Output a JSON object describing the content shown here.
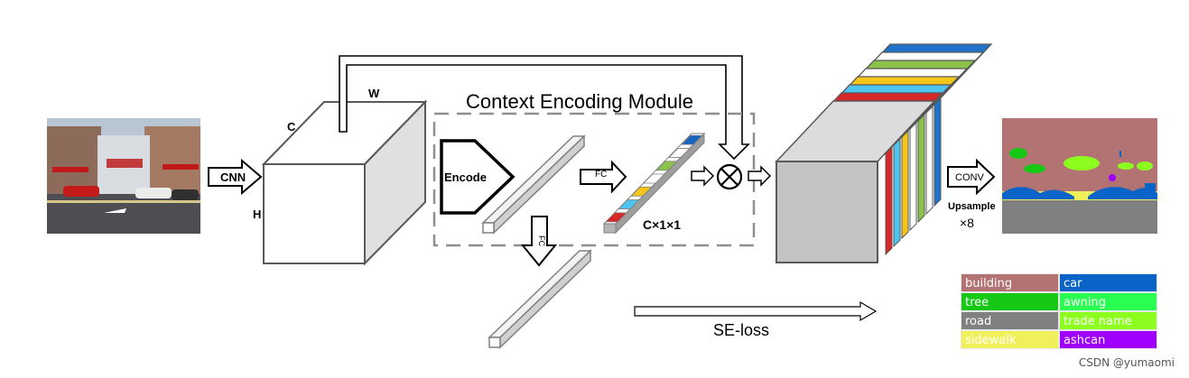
{
  "labels": {
    "cnn": "CNN",
    "dim_c": "C",
    "dim_w": "W",
    "dim_h": "H",
    "module_title": "Context Encoding Module",
    "encode": "Encode",
    "fc_top": "FC",
    "fc_down": "FC",
    "vector_size": "C×1×1",
    "conv": "CONV",
    "upsample": "Upsample",
    "upsample_factor": "×8",
    "se_loss": "SE-loss"
  },
  "legend": [
    {
      "label": "building",
      "color": "#b47373"
    },
    {
      "label": "car",
      "color": "#0a64c8"
    },
    {
      "label": "tree",
      "color": "#14c814"
    },
    {
      "label": "awning",
      "color": "#28ff50"
    },
    {
      "label": "road",
      "color": "#808080"
    },
    {
      "label": "trade name",
      "color": "#8cff1e"
    },
    {
      "label": "sidewalk",
      "color": "#f0f05a"
    },
    {
      "label": "ashcan",
      "color": "#a000ff"
    }
  ],
  "vector_cell_colors": [
    "#d62828",
    "#4dc3ef",
    "#f5c518",
    "#ffffff",
    "#8bc34a",
    "#ffffff",
    "#1565c0"
  ],
  "feature_slice_colors": [
    "#1e73c8",
    "#ffffff",
    "#8bc34a",
    "#ffffff",
    "#f5c518",
    "#4dc3ef",
    "#d62828"
  ],
  "watermark": "CSDN @yumaomi"
}
